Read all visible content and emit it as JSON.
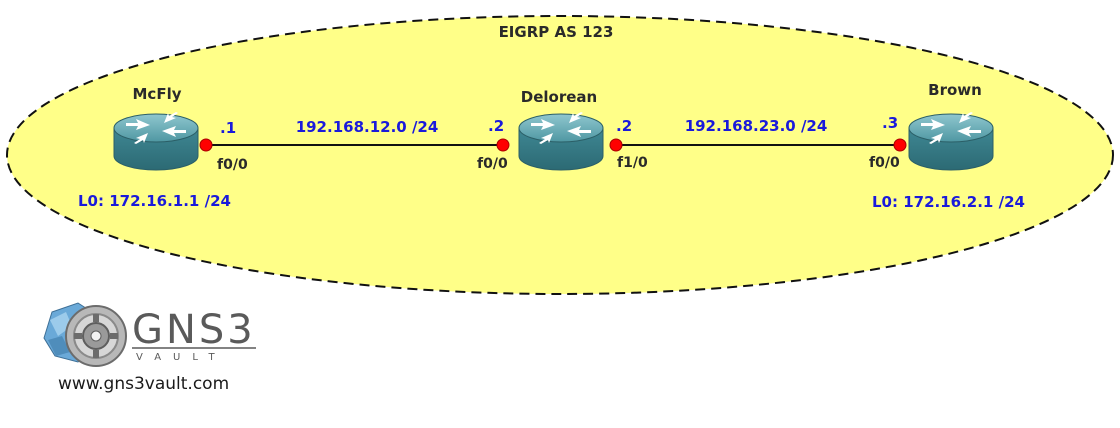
{
  "as_label": "EIGRP AS 123",
  "colors": {
    "as_fill": "#ffff88",
    "router_body": "#4a8f9a",
    "interface_dot": "#ff0000",
    "label_blue": "#1a1adb"
  },
  "routers": [
    {
      "id": "mcfly",
      "name": "McFly",
      "loopback": "L0: 172.16.1.1 /24",
      "icon": "router-icon"
    },
    {
      "id": "delorean",
      "name": "Delorean",
      "icon": "router-icon"
    },
    {
      "id": "brown",
      "name": "Brown",
      "loopback": "L0: 172.16.2.1 /24",
      "icon": "router-icon"
    }
  ],
  "links": [
    {
      "network": "192.168.12.0 /24",
      "a_host": ".1",
      "a_iface": "f0/0",
      "b_host": ".2",
      "b_iface": "f0/0"
    },
    {
      "network": "192.168.23.0 /24",
      "a_host": ".2",
      "a_iface": "f1/0",
      "b_host": ".3",
      "b_iface": "f0/0"
    }
  ],
  "logo": {
    "name": "GNS3",
    "sub": "VAULT",
    "url": "www.gns3vault.com",
    "icon": "gns3vault-logo-icon"
  }
}
